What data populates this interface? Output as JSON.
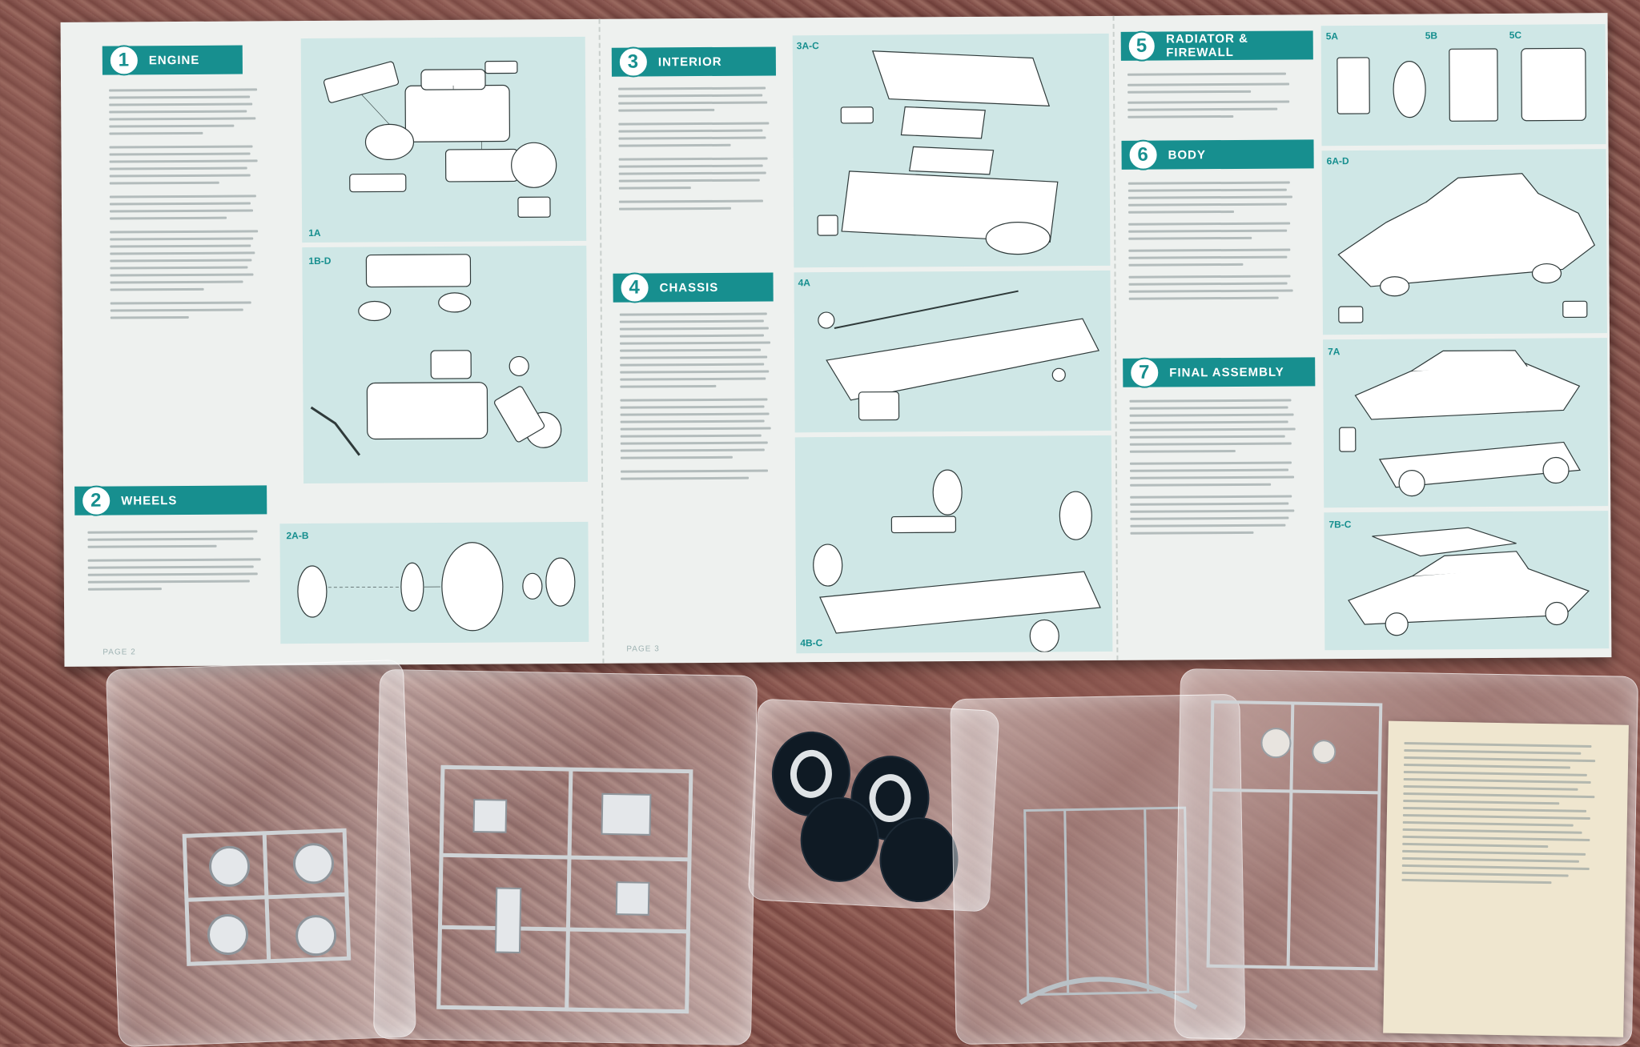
{
  "sheet": {
    "page2": {
      "steps": [
        {
          "num": "1",
          "title": "ENGINE"
        },
        {
          "num": "2",
          "title": "WHEELS"
        }
      ],
      "labels": [
        "1A",
        "1B-D",
        "2A-B"
      ],
      "page_number": "PAGE 2"
    },
    "page3": {
      "steps": [
        {
          "num": "3",
          "title": "INTERIOR"
        },
        {
          "num": "4",
          "title": "CHASSIS"
        }
      ],
      "labels": [
        "3A-C",
        "4A",
        "4B-C"
      ],
      "page_number": "PAGE 3"
    },
    "page4": {
      "steps": [
        {
          "num": "5",
          "title": "RADIATOR & FIREWALL"
        },
        {
          "num": "6",
          "title": "BODY"
        },
        {
          "num": "7",
          "title": "FINAL ASSEMBLY"
        }
      ],
      "labels": [
        "5A",
        "5B",
        "5C",
        "6A-D",
        "7A",
        "7B-C"
      ]
    }
  },
  "colors": {
    "accent": "#178f8f",
    "panel": "#cfe7e6",
    "paper": "#eef1ef",
    "background": "#7e4c46"
  },
  "bags": [
    {
      "name": "chrome-wheels-bag"
    },
    {
      "name": "chrome-sprue-bag"
    },
    {
      "name": "tires-bag"
    },
    {
      "name": "clear-parts-bag"
    },
    {
      "name": "warning-bag"
    }
  ]
}
